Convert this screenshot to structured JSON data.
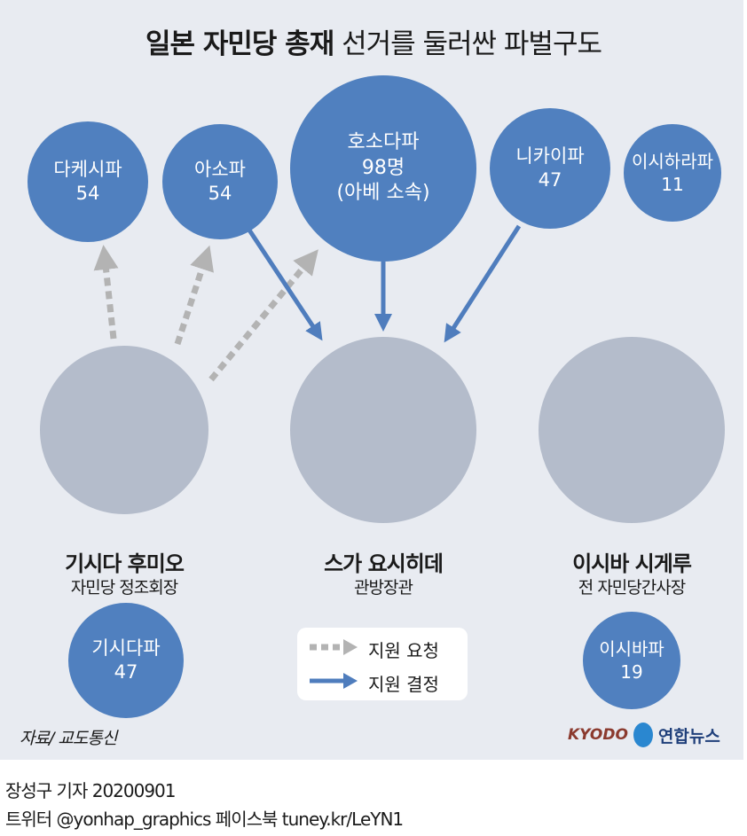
{
  "title": {
    "bold": "일본 자민당 총재",
    "regular": "선거를 둘러싼 파벌구도"
  },
  "factions": [
    {
      "name": "다케시파",
      "count": "54"
    },
    {
      "name": "아소파",
      "count": "54"
    },
    {
      "name": "호소다파",
      "count": "98명",
      "note": "(아베 소속)"
    },
    {
      "name": "니카이파",
      "count": "47"
    },
    {
      "name": "이시하라파",
      "count": "11"
    },
    {
      "name": "기시다파",
      "count": "47"
    },
    {
      "name": "이시바파",
      "count": "19"
    }
  ],
  "candidates": [
    {
      "name": "기시다 후미오",
      "title": "자민당 정조회장"
    },
    {
      "name": "스가 요시히데",
      "title": "관방장관"
    },
    {
      "name": "이시바 시게루",
      "title": "전 자민당간사장"
    }
  ],
  "legend": {
    "request": "지원 요청",
    "decision": "지원 결정"
  },
  "colors": {
    "faction": "#5080bf",
    "request_arrow": "#b3b3b3",
    "decision_arrow": "#4f7dbd",
    "panel": "#e8ebf1"
  },
  "source": "자료/ 교도통신",
  "logo": {
    "kyodo": "KYODO",
    "yonhap": "연합뉴스"
  },
  "footer": {
    "line1": "장성구 기자  20200901",
    "line2": "트위터 @yonhap_graphics  페이스북 tuney.kr/LeYN1"
  }
}
